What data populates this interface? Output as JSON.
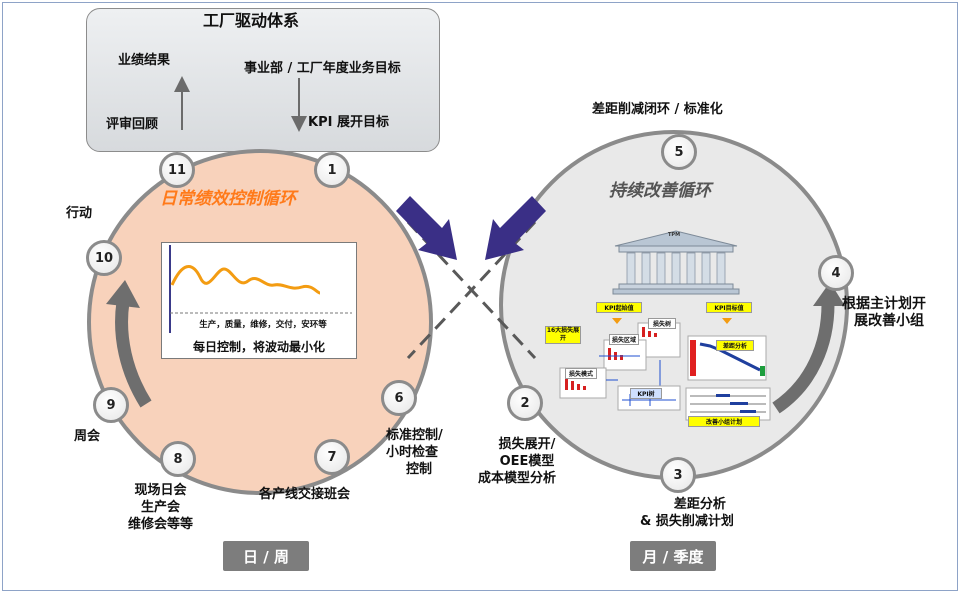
{
  "top_box": {
    "title": "工厂驱动体系",
    "result_label": "业绩结果",
    "review_label": "评审回顾",
    "target_label": "事业部 / 工厂年度业务目标",
    "kpi_label": "KPI 展开目标"
  },
  "left_cycle": {
    "title": "日常绩效控制循环",
    "chart_axis_text": "生产，质量，维修，交付，安环等",
    "chart_caption": "每日控制，将波动最小化",
    "period": "日 / 周"
  },
  "right_cycle": {
    "title": "持续改善循环",
    "period": "月 / 季度",
    "building_label": "TPM",
    "mini_labels": {
      "kpi_start": "KPI起始值",
      "kpi_target": "KPI目标值",
      "loss16": "16大损失展开",
      "loss_tree": "损失树",
      "loss_area": "损失区域",
      "loss_mode": "损失模式",
      "kpi_tree": "KPI树",
      "gap_analysis": "差距分析",
      "team_plan": "改善小组计划"
    }
  },
  "nodes": {
    "n1": "1",
    "n2": "2",
    "n3": "3",
    "n4": "4",
    "n5": "5",
    "n6": "6",
    "n7": "7",
    "n8": "8",
    "n9": "9",
    "n10": "10",
    "n11": "11"
  },
  "labels": {
    "l2": [
      "损失展开/",
      "OEE模型",
      "成本模型分析"
    ],
    "l3": [
      "差距分析",
      "& 损失削减计划"
    ],
    "l4": [
      "根据主计划开",
      "展改善小组"
    ],
    "l5": "差距削减闭环 / 标准化",
    "l6": [
      "标准控制/",
      "小时检查",
      "控制"
    ],
    "l7": "各产线交接班会",
    "l8": [
      "现场日会",
      "生产会",
      "维修会等等"
    ],
    "l9": "周会",
    "l10": "行动"
  },
  "colors": {
    "left_fill": "#f8d2bb",
    "right_fill": "#e9e9e9",
    "ring": "#8b8b8b",
    "left_title": "#ff7a1a",
    "right_title": "#555555",
    "navy_arrow": "#3a2f86",
    "dashed": "#595959"
  },
  "icons": [
    "arrow-up-icon",
    "arrow-down-icon",
    "navy-arrow-icon",
    "curved-arrow-icon",
    "temple-icon"
  ]
}
